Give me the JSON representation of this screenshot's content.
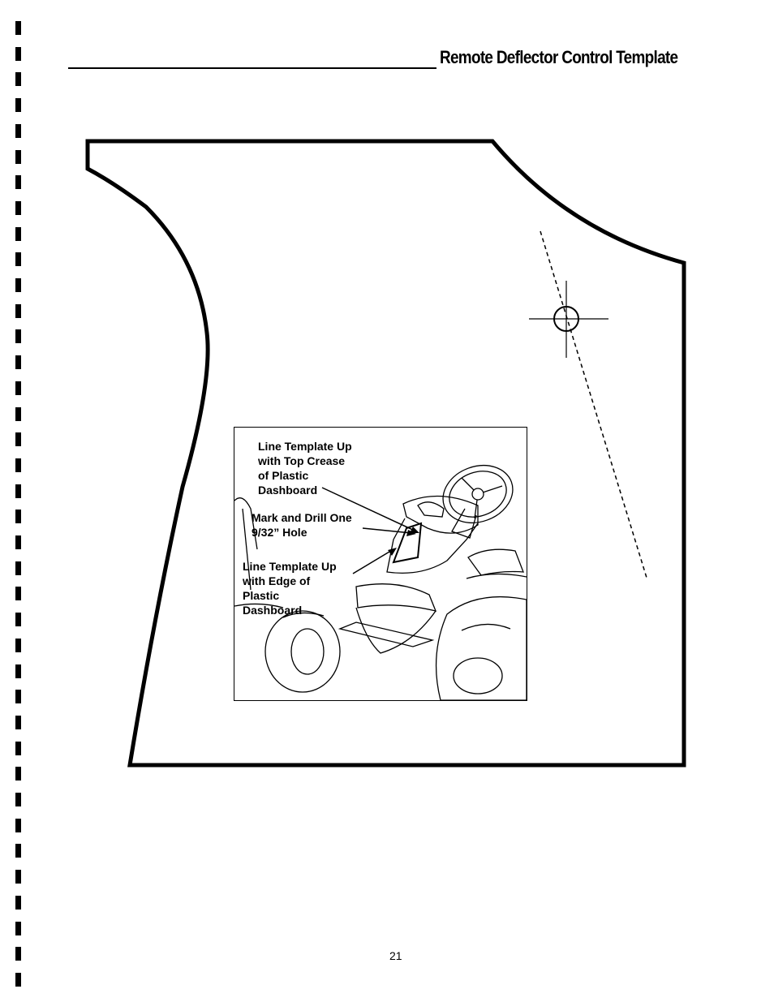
{
  "header": {
    "title": "Remote Deflector Control Template"
  },
  "callouts": {
    "top_crease": "Line Template Up\nwith Top Crease\nof Plastic\nDashboard",
    "drill_hole": "Mark and Drill One\n9/32” Hole",
    "edge": "Line Template Up\nwith Edge of\nPlastic\nDashboard"
  },
  "footer": {
    "page_number": "21"
  }
}
